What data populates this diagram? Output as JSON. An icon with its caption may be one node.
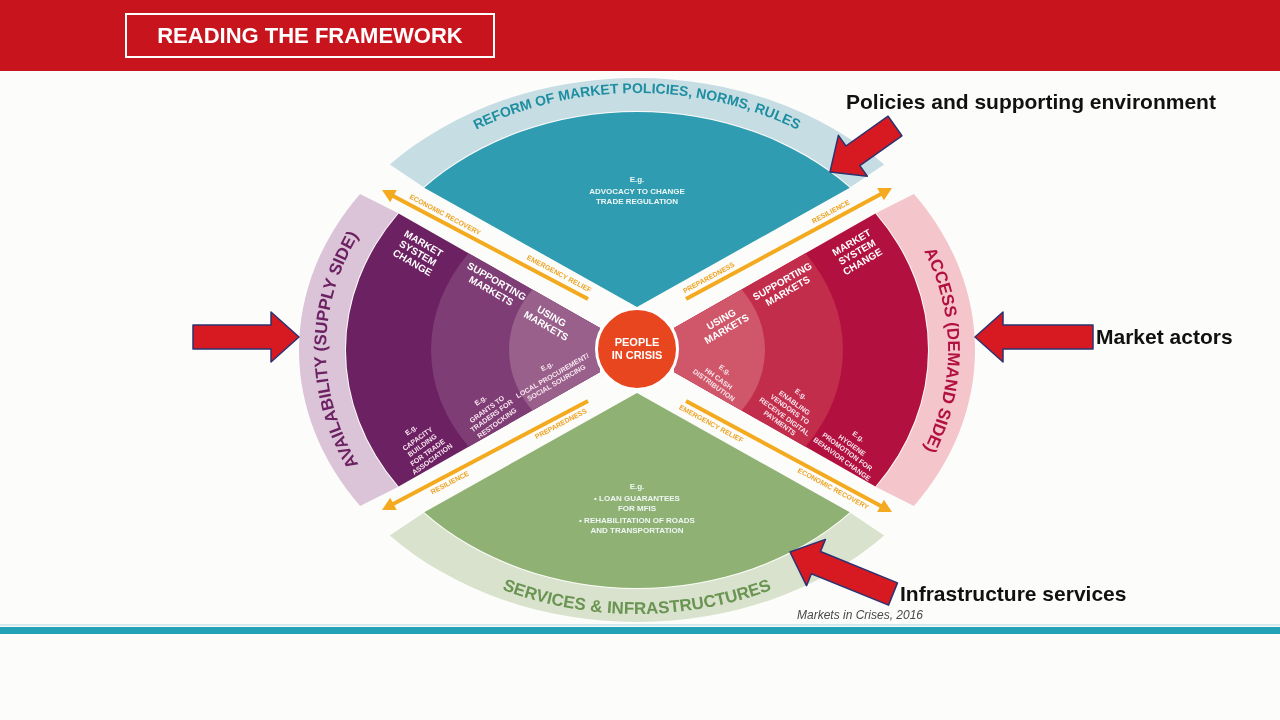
{
  "diagram": {
    "title": "READING THE FRAMEWORK",
    "caption": "Markets in Crises, 2016",
    "nodes": [
      {
        "text": [
          "REFORM OF MARKET POLICIES, NORMS, RULES"
        ]
      },
      {
        "text": [
          "E.g.",
          "ADVOCACY TO CHANGE TRADE REGULATION"
        ]
      },
      {
        "text": [
          "AVAILABILITY (SUPPLY SIDE)"
        ]
      },
      {
        "text": [
          "MARKET SYSTEM CHANGE",
          "E.g.",
          "CAPACITY BUILDING FOR TRADE ASSOCIATION"
        ]
      },
      {
        "text": [
          "SUPPORTING MARKETS",
          "E.g.",
          "GRANTS TO TRADERS FOR RESTOCKING"
        ],
        "in": 3
      },
      {
        "text": [
          "USING MARKETS",
          "E.g.",
          "LOCAL PROCUREMENT/ SOCIAL SOURCING"
        ],
        "in": 4
      },
      {
        "text": [
          "PEOPLE IN CRISIS"
        ]
      },
      {
        "text": [
          "MARKET SYSTEM CHANGE",
          "E.g.",
          "HYGIENE PROMOTION FOR BEHAVIOR CHANGE"
        ]
      },
      {
        "text": [
          "SUPPORTING MARKETS",
          "E.g.",
          "ENABLING VENDORS TO RECEIVE DIGITAL PAYMENTS"
        ],
        "in": 7
      },
      {
        "text": [
          "USING MARKETS",
          "E.g.",
          "HH CASH DISTRIBUTION"
        ],
        "in": 8
      },
      {
        "text": [
          "ACCESS (DEMAND SIDE)"
        ]
      },
      {
        "text": [
          "E.g.",
          "• LOAN GUARANTEES FOR MFIS",
          "• REHABILITATION OF ROADS AND TRANSPORTATION"
        ]
      },
      {
        "text": [
          "SERVICES & INFRASTRUCTURES"
        ]
      },
      {
        "text": [
          "Policies and supporting environment"
        ]
      },
      {
        "text": [
          "Market actors"
        ]
      },
      {
        "text": [
          "Infrastructure services"
        ]
      }
    ],
    "edges": [
      {
        "from": 13,
        "to": 1,
        "arrow": "to"
      },
      {
        "from": null,
        "to": 2,
        "arrow": "to"
      },
      {
        "from": 14,
        "to": 10,
        "arrow": "to"
      },
      {
        "from": 15,
        "to": 11,
        "arrow": "to"
      }
    ],
    "labels": [
      "ECONOMIC RECOVERY",
      "RESILIENCE",
      "EMERGENCY RELIEF",
      "PREPAREDNESS",
      "PREPAREDNESS",
      "EMERGENCY RELIEF",
      "RESILIENCE",
      "ECONOMIC RECOVERY"
    ]
  }
}
